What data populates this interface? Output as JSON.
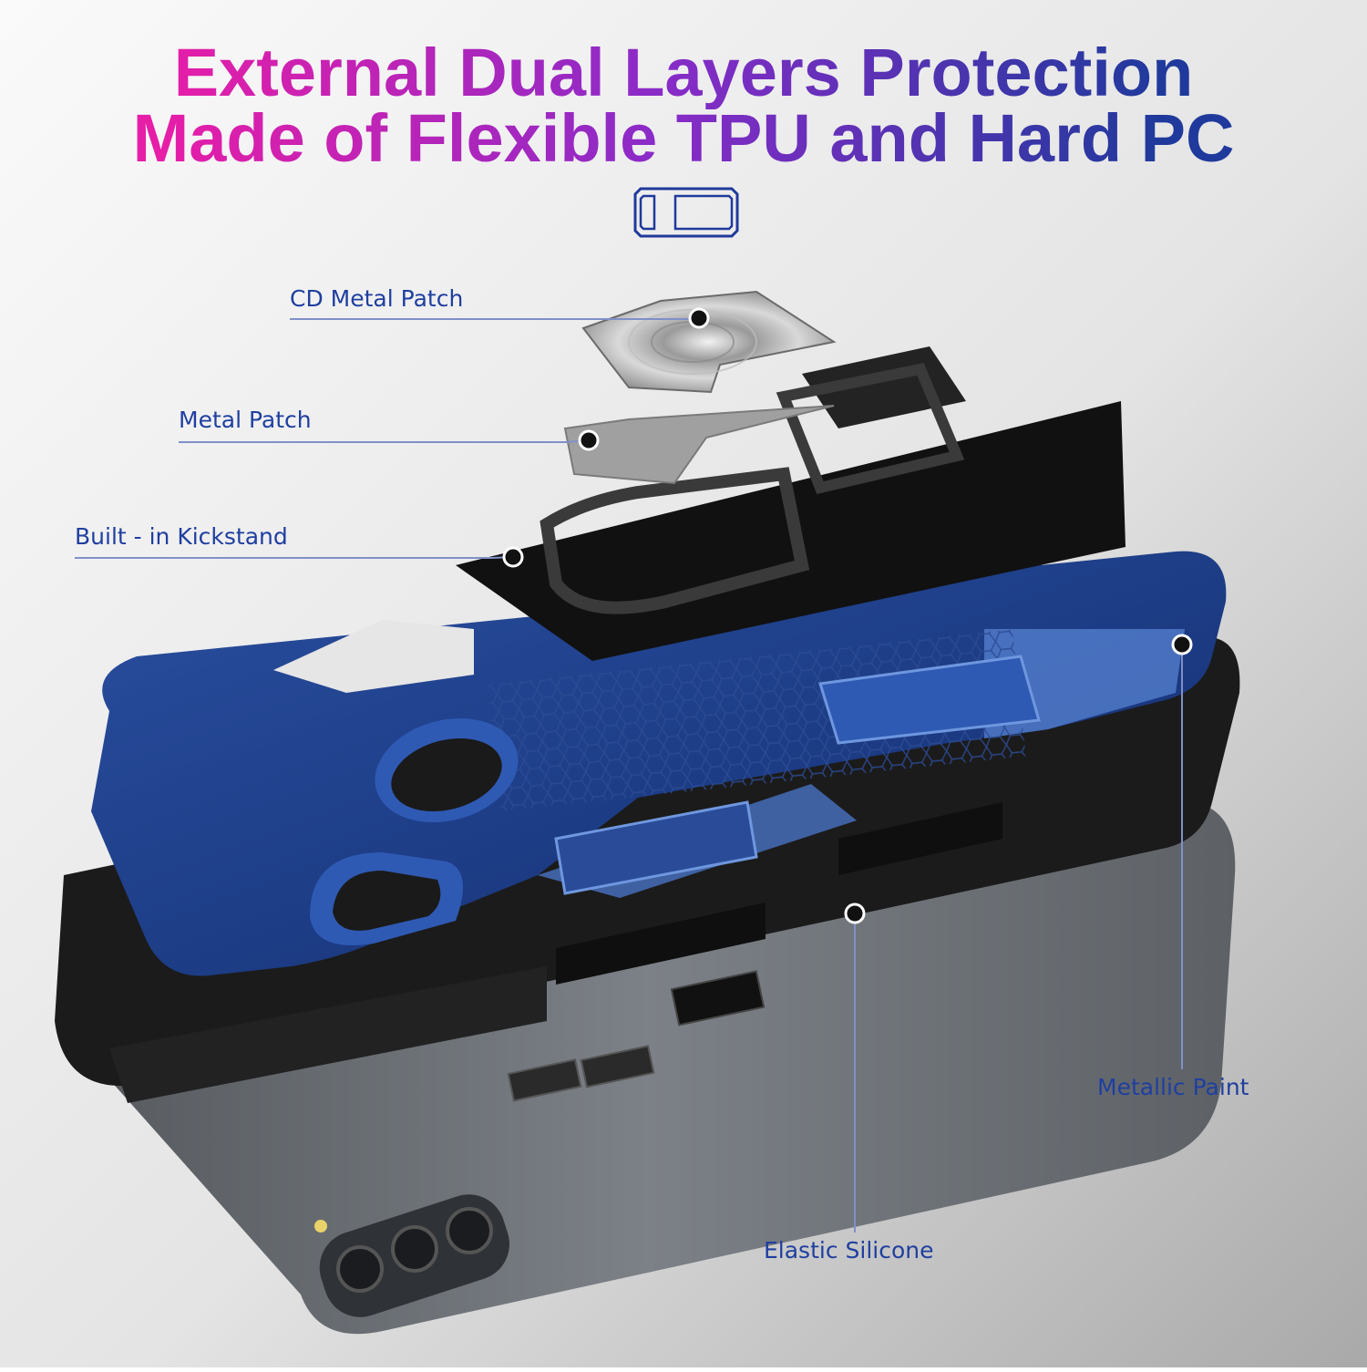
{
  "headline": {
    "line1": "External Dual Layers Protection",
    "line2": "Made of Flexible TPU and Hard PC"
  },
  "callouts": {
    "cd_metal_patch": "CD Metal Patch",
    "metal_patch": "Metal Patch",
    "kickstand": "Built - in Kickstand",
    "metallic_paint": "Metallic  Paint",
    "elastic_silicone": "Elastic  Silicone"
  },
  "colors": {
    "gradient_start": "#e61ea8",
    "gradient_mid": "#8a2bc8",
    "gradient_end": "#1f3a9c",
    "label_text": "#1f3fa0",
    "leader_line": "#8090c8",
    "case_blue": "#1d3e86",
    "case_black": "#1a1a1a",
    "phone_grey": "#6c7176"
  },
  "icons": [
    "frame-icon"
  ]
}
